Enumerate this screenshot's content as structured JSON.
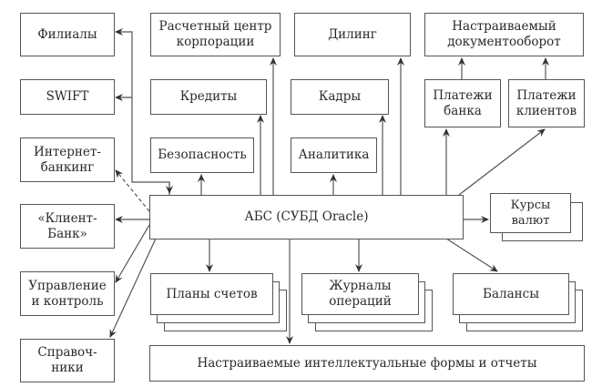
{
  "diagram": {
    "center": {
      "id": "abs",
      "label": "АБС (СУБД Oracle)"
    },
    "left_column": [
      {
        "id": "filialy",
        "label": "Филиалы"
      },
      {
        "id": "swift",
        "label": "SWIFT"
      },
      {
        "id": "internet_banking",
        "label": "Интернет-\nбанкинг"
      },
      {
        "id": "client_bank",
        "label": "«Клиент-\nБанк»"
      },
      {
        "id": "management",
        "label": "Управление\nи контроль"
      },
      {
        "id": "reference",
        "label": "Справоч-\nники"
      }
    ],
    "top_row": [
      {
        "id": "settlement_center",
        "label": "Расчетный центр\nкорпорации"
      },
      {
        "id": "dealing",
        "label": "Дилинг"
      },
      {
        "id": "docflow",
        "label": "Настраиваемый\nдокументооборот"
      }
    ],
    "middle_row": [
      {
        "id": "credits",
        "label": "Кредиты"
      },
      {
        "id": "hr",
        "label": "Кадры"
      },
      {
        "id": "bank_payments",
        "label": "Платежи\nбанка"
      },
      {
        "id": "client_payments",
        "label": "Платежи\nклиентов"
      }
    ],
    "lower_row": [
      {
        "id": "security",
        "label": "Безопасность"
      },
      {
        "id": "analytics",
        "label": "Аналитика"
      }
    ],
    "right": [
      {
        "id": "exchange_rates",
        "label": "Курсы\nвалют"
      }
    ],
    "bottom_stacks": [
      {
        "id": "chart_of_accounts",
        "label": "Планы счетов"
      },
      {
        "id": "journals",
        "label": "Журналы\nопераций"
      },
      {
        "id": "balances",
        "label": "Балансы"
      }
    ],
    "footer": {
      "id": "reports",
      "label": "Настраиваемые интеллектуальные формы и отчеты"
    },
    "edges": [
      {
        "from": "abs",
        "to": "filialy",
        "style": "solid"
      },
      {
        "from": "abs",
        "to": "swift",
        "style": "solid"
      },
      {
        "from": "abs",
        "to": "internet_banking",
        "style": "dashed"
      },
      {
        "from": "abs",
        "to": "client_bank",
        "style": "solid"
      },
      {
        "from": "abs",
        "to": "management",
        "style": "solid"
      },
      {
        "from": "abs",
        "to": "reference",
        "style": "solid"
      },
      {
        "from": "abs",
        "to": "settlement_center",
        "style": "solid"
      },
      {
        "from": "abs",
        "to": "credits",
        "style": "solid"
      },
      {
        "from": "abs",
        "to": "security",
        "style": "solid"
      },
      {
        "from": "abs",
        "to": "dealing",
        "style": "solid"
      },
      {
        "from": "abs",
        "to": "hr",
        "style": "solid"
      },
      {
        "from": "abs",
        "to": "analytics",
        "style": "solid"
      },
      {
        "from": "abs",
        "to": "bank_payments",
        "style": "solid"
      },
      {
        "from": "abs",
        "to": "client_payments",
        "style": "solid"
      },
      {
        "from": "bank_payments",
        "to": "docflow",
        "style": "solid"
      },
      {
        "from": "client_payments",
        "to": "docflow",
        "style": "solid"
      },
      {
        "from": "abs",
        "to": "exchange_rates",
        "style": "solid"
      },
      {
        "from": "abs",
        "to": "chart_of_accounts",
        "style": "solid"
      },
      {
        "from": "abs",
        "to": "journals",
        "style": "solid"
      },
      {
        "from": "abs",
        "to": "balances",
        "style": "solid"
      },
      {
        "from": "abs",
        "to": "reports",
        "style": "solid"
      }
    ]
  }
}
